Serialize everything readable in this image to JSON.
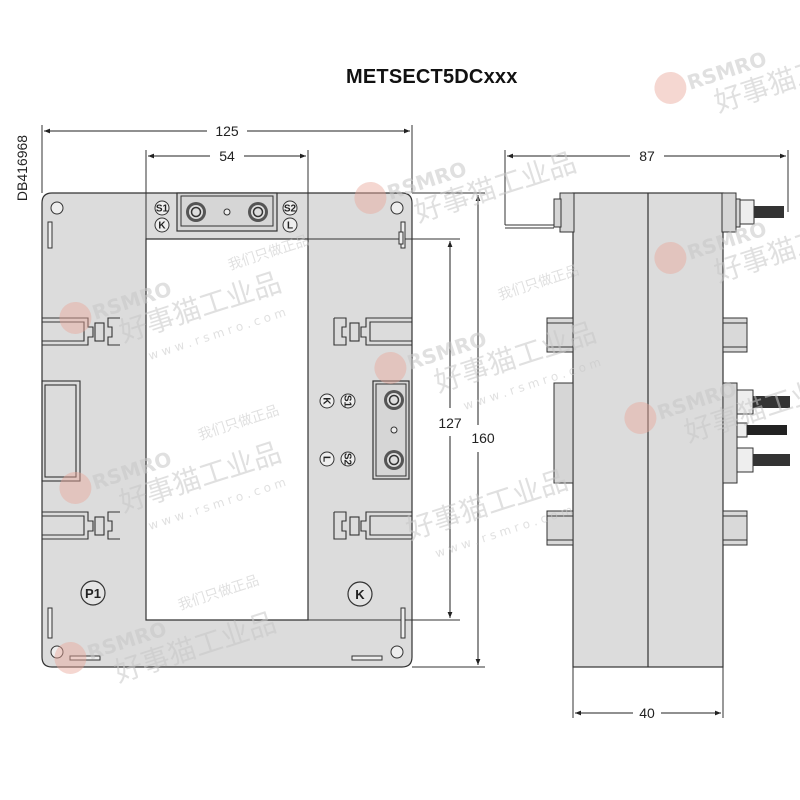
{
  "title": "METSECT5DCxxx",
  "doc_id": "DB416968",
  "front_view": {
    "dimensions": {
      "overall_width": "125",
      "window_width": "54",
      "window_height": "127",
      "overall_height": "160"
    },
    "top_terminal_labels": {
      "left_top": "S1",
      "left_bottom": "K",
      "right_top": "S2",
      "right_bottom": "L"
    },
    "side_terminal_labels": {
      "k": "K",
      "s1": "S1",
      "l": "L",
      "s2": "S2"
    },
    "bottom_markings": {
      "left": "P1",
      "right": "K"
    }
  },
  "side_view": {
    "dimensions": {
      "overall_depth": "87",
      "body_depth": "40"
    }
  },
  "watermark": {
    "brand": "RSMRO",
    "slogan": "我们只做正品",
    "name": "好事猫工业品",
    "url": "w w w . r s m r o . c o m"
  },
  "colors": {
    "body_fill": "#dcdcdc",
    "line": "#333333",
    "background": "#ffffff"
  }
}
